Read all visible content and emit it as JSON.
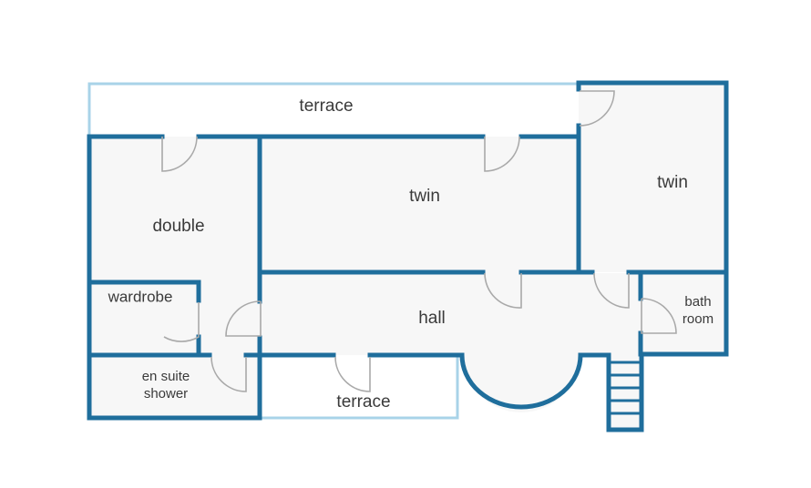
{
  "floorplan": {
    "rooms": {
      "terrace_top": "terrace",
      "twin_center": "twin",
      "twin_right": "twin",
      "double": "double",
      "wardrobe": "wardrobe",
      "hall": "hall",
      "bathroom_line1": "bath",
      "bathroom_line2": "room",
      "ensuite_line1": "en suite",
      "ensuite_line2": "shower",
      "terrace_bottom": "terrace"
    },
    "colors": {
      "wall": "#1f6e9c",
      "terrace_edge": "#a8d3e8",
      "room_fill": "#f7f7f7",
      "door": "#a9a9a9"
    }
  }
}
